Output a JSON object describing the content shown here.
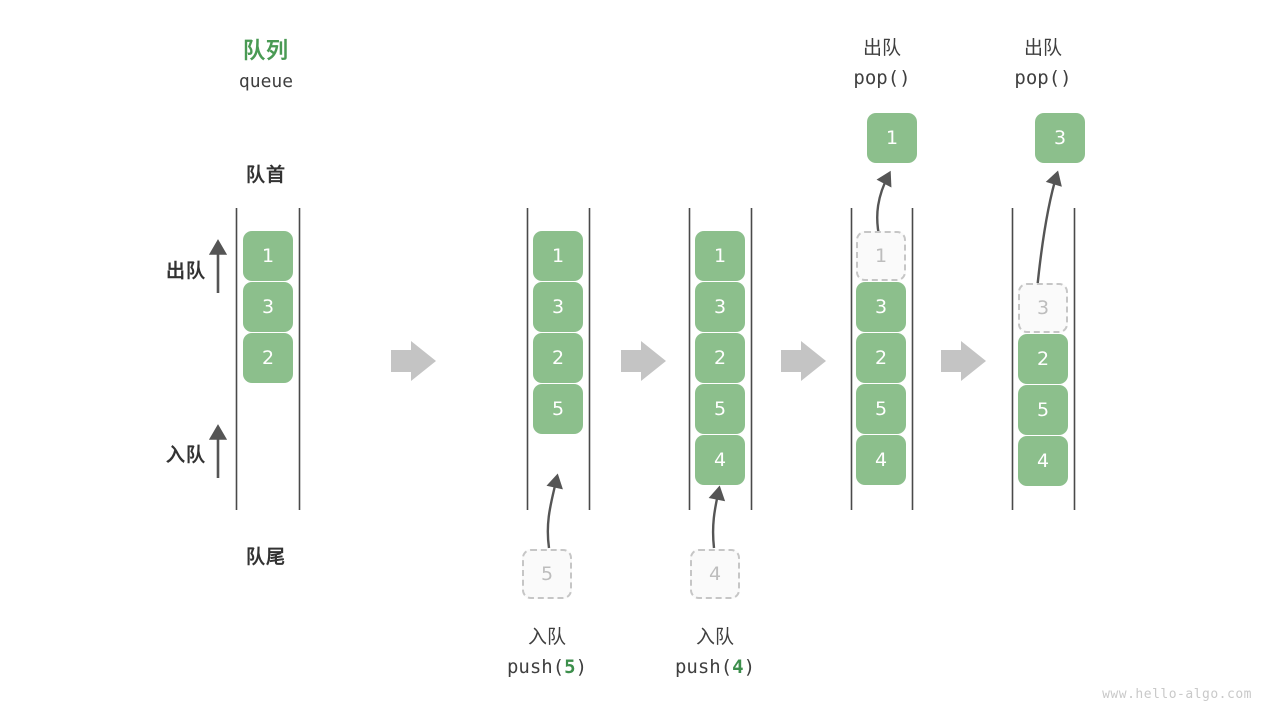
{
  "diagram": {
    "title_cn": "队列",
    "title_en": "queue",
    "front_label": "队首",
    "rear_label": "队尾",
    "dequeue_label": "出队",
    "enqueue_label": "入队",
    "watermark": "www.hello-algo.com",
    "colors": {
      "cell_fill": "#8cbf8c",
      "cell_text": "#ffffff",
      "ghost_fill": "#fafafa",
      "ghost_border": "#c6c6c6",
      "ghost_text": "#bdbdbd",
      "title_green": "#4a9a54",
      "arrow_gray": "#c4c4c4",
      "rail_gray": "#4a4a4a",
      "curve_gray": "#555555",
      "text_dark": "#333333",
      "watermark_gray": "#c9c9c9"
    }
  },
  "steps": [
    {
      "id": "initial",
      "cells": [
        "1",
        "3",
        "2"
      ],
      "ghost_index": -1,
      "op_cn": "",
      "op_code": "",
      "op_arg": "",
      "input_ghost": "",
      "output_cell": ""
    },
    {
      "id": "after-push-5",
      "cells": [
        "1",
        "3",
        "2",
        "5"
      ],
      "ghost_index": -1,
      "op_cn": "入队",
      "op_code_prefix": "push(",
      "op_arg": "5",
      "op_code_suffix": ")",
      "input_ghost": "5",
      "output_cell": ""
    },
    {
      "id": "after-push-4",
      "cells": [
        "1",
        "3",
        "2",
        "5",
        "4"
      ],
      "ghost_index": -1,
      "op_cn": "入队",
      "op_code_prefix": "push(",
      "op_arg": "4",
      "op_code_suffix": ")",
      "input_ghost": "4",
      "output_cell": ""
    },
    {
      "id": "after-pop-1",
      "cells": [
        "1",
        "3",
        "2",
        "5",
        "4"
      ],
      "ghost_index": 0,
      "op_cn": "出队",
      "op_code_prefix": "pop(",
      "op_arg": "",
      "op_code_suffix": ")",
      "input_ghost": "",
      "output_cell": "1"
    },
    {
      "id": "after-pop-3",
      "cells": [
        "3",
        "2",
        "5",
        "4"
      ],
      "ghost_index": 0,
      "op_cn": "出队",
      "op_code_prefix": "pop(",
      "op_arg": "",
      "op_code_suffix": ")",
      "input_ghost": "",
      "output_cell": "3"
    }
  ],
  "flow_arrows": [
    {
      "name": "flow-arrow-1"
    },
    {
      "name": "flow-arrow-2"
    },
    {
      "name": "flow-arrow-3"
    },
    {
      "name": "flow-arrow-4"
    }
  ]
}
